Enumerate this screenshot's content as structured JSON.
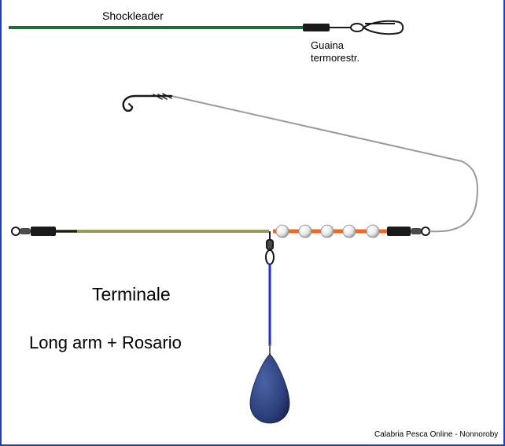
{
  "labels": {
    "shockleader": "Shockleader",
    "sleeve_line1": "Guaina",
    "sleeve_line2": "termorestr.",
    "title": "Terminale",
    "subtitle": "Long arm + Rosario",
    "credit": "Calabria Pesca Online - Nonnoroby"
  },
  "colors": {
    "frame": "#1f3fbf",
    "shockleader": "#1f6b3a",
    "main_line": "#9a9a5a",
    "hook_link": "#9a9a9a",
    "bead_spacer": "#f26522",
    "weight_dropper": "#1f2fd0",
    "sinker": "#2c3f7a",
    "sleeve": "#1a1a1a"
  },
  "icons": {
    "snap": "snap-swivel-icon",
    "hook": "hook-icon",
    "swivel": "swivel-icon",
    "bead": "bead-icon",
    "sinker": "sinker-icon"
  }
}
